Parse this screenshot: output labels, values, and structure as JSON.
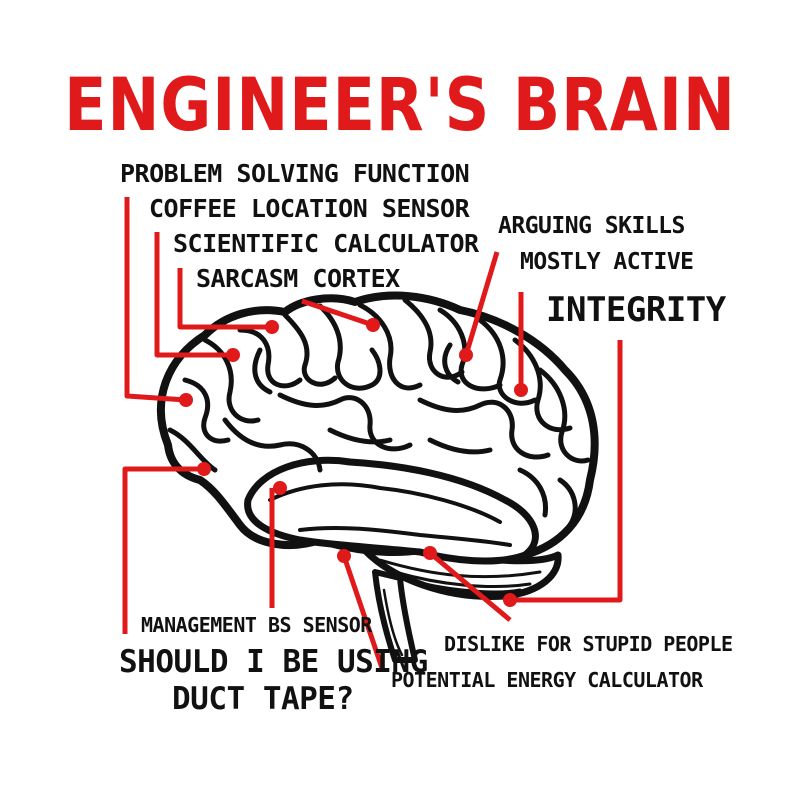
{
  "title": "ENGINEER'S BRAIN",
  "labels": {
    "problem_solving": "PROBLEM SOLVING FUNCTION",
    "coffee_location": "COFFEE LOCATION SENSOR",
    "scientific_calculator": "SCIENTIFIC CALCULATOR",
    "sarcasm_cortex": "SARCASM CORTEX",
    "arguing_skills": "ARGUING SKILLS",
    "mostly_active": "MOSTLY ACTIVE",
    "integrity": "INTEGRITY",
    "management_bs": "MANAGEMENT BS SENSOR",
    "duct_tape_1": "SHOULD I BE USING",
    "duct_tape_2": "DUCT TAPE?",
    "dislike_stupid": "DISLIKE FOR STUPID PEOPLE",
    "potential_energy": "POTENTIAL ENERGY CALCULATOR"
  },
  "colors": {
    "accent": "#e0191b",
    "ink": "#111111",
    "background": "#ffffff"
  }
}
